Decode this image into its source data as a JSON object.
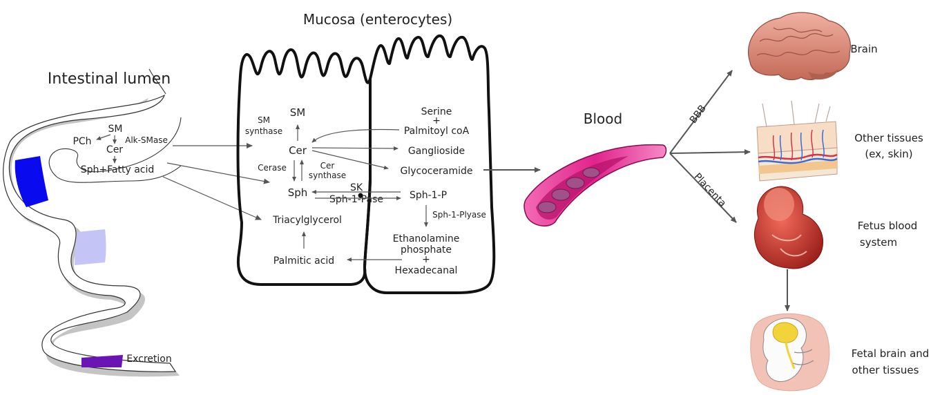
{
  "titles": {
    "lumen": "Intestinal lumen",
    "mucosa": "Mucosa (enterocytes)",
    "blood": "Blood"
  },
  "lumen": {
    "sm": "SM",
    "pch": "PCh",
    "alk_smase": "Alk-SMase",
    "cer": "Cer",
    "sph_fa": "Sph+Fatty acid",
    "excretion": "Excretion"
  },
  "cell": {
    "sm": "SM",
    "sm_synthase": [
      "SM",
      "synthase"
    ],
    "serine": "Serine",
    "plus1": "+",
    "palmitoyl": "Palmitoyl coA",
    "cer": "Cer",
    "ganglioside": "Ganglioside",
    "cerase": "Cerase",
    "cer_synthase": [
      "Cer",
      "synthase"
    ],
    "glycoceramide": "Glycoceramide",
    "sph": "Sph",
    "sk": "SK",
    "sph1p": "Sph-1-P",
    "sph1pase": "Sph-1-Pase",
    "sph1plyase": "Sph-1-Plyase",
    "tag": "Triacylglycerol",
    "ethanolamine": [
      "Ethanolamine",
      "phosphate"
    ],
    "plus2": "+",
    "hexadecanal": "Hexadecanal",
    "palmitic": "Palmitic acid"
  },
  "routes": {
    "bbb": "BBB",
    "placenta": "Placenta"
  },
  "targets": {
    "brain": "Brain",
    "other_tissues": [
      "Other tissues",
      "(ex, skin)"
    ],
    "fetus_blood": [
      "Fetus blood",
      "system"
    ],
    "fetal_brain": [
      "Fetal brain and",
      "other tissues"
    ]
  },
  "colors": {
    "segment_blue": "#0a0aee",
    "segment_lavender": "#c4c4f6",
    "segment_purple": "#6a14b4",
    "vessel_pink": "#e0248c",
    "arrow_gray": "#555555"
  }
}
